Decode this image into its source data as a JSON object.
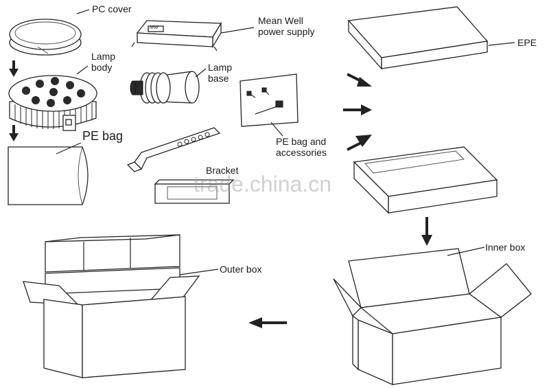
{
  "labels": {
    "pc_cover": "PC cover",
    "lamp_body": "Lamp\nbody",
    "pe_bag": "PE bag",
    "mean_well": "Mean Well\npower supply",
    "lamp_base": "Lamp\nbase",
    "bracket": "Bracket",
    "pe_bag_accessories": "PE bag and\naccessories",
    "epe": "EPE",
    "inner_box": "Inner box",
    "outer_box": "Outer box",
    "psu_brand": "MW"
  },
  "watermark": "trade.china.cn"
}
